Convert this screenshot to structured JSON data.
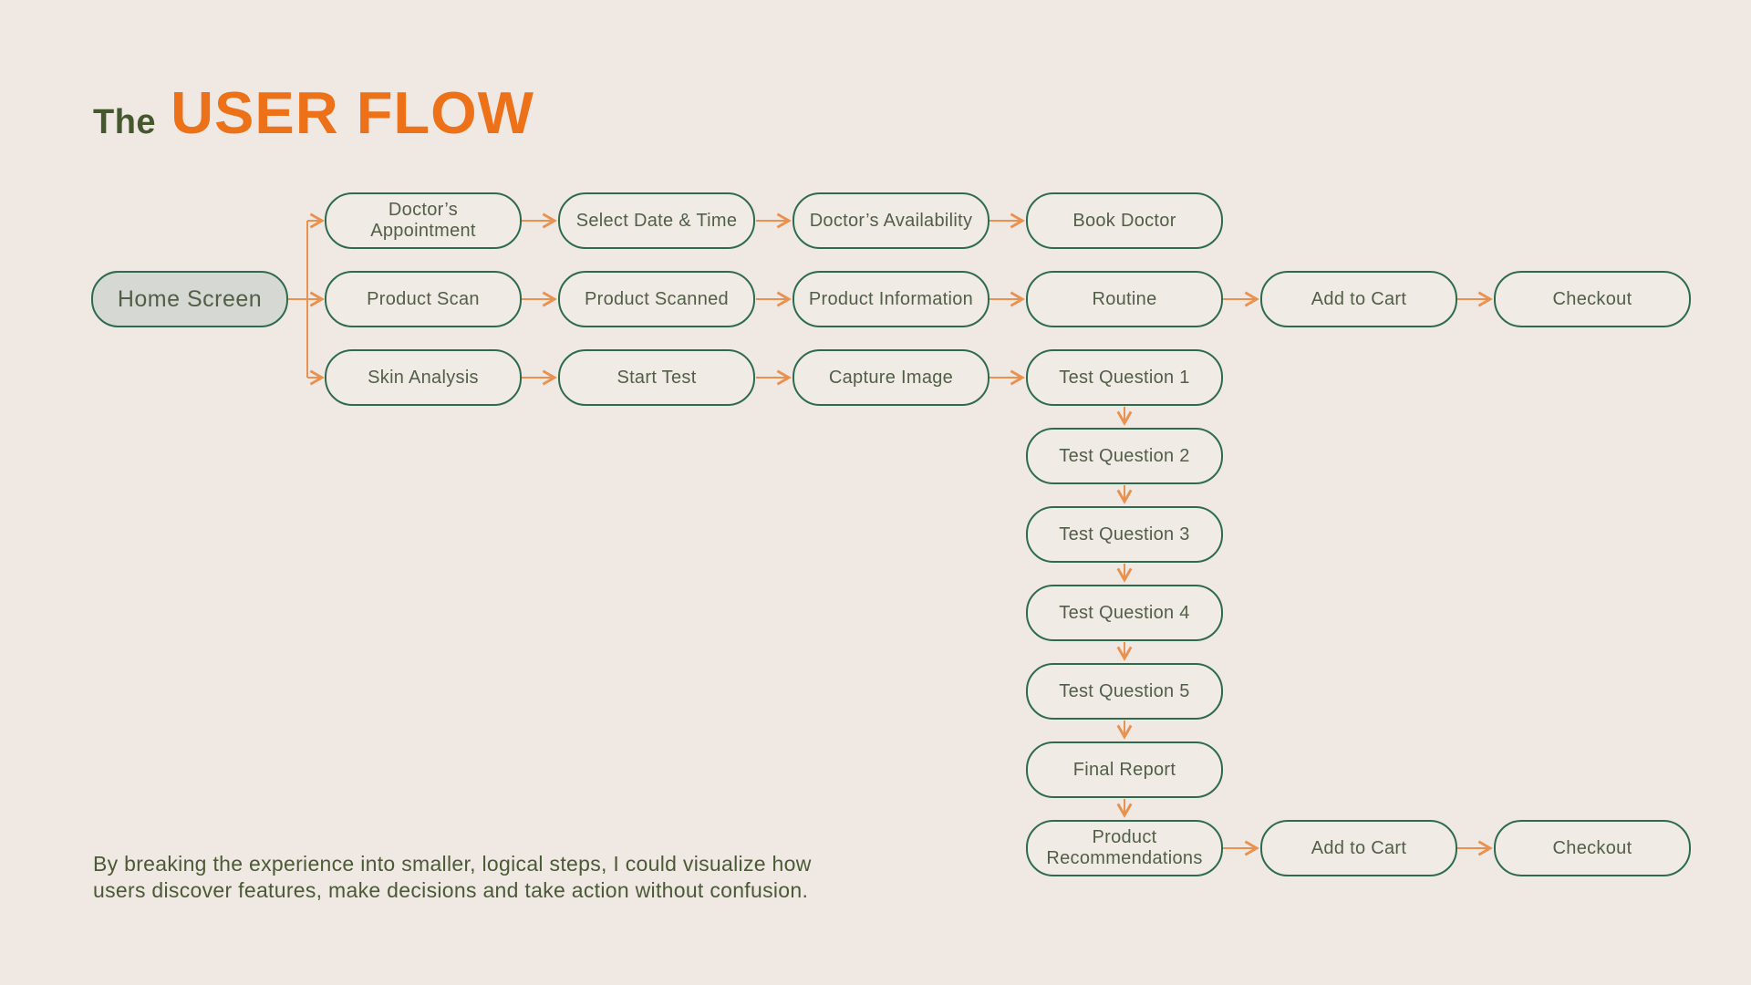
{
  "title": {
    "prefix": "The",
    "main": "USER FLOW"
  },
  "colors": {
    "background": "#efe8e3",
    "node_fill": "#f1ebe6",
    "home_fill": "#d6d8d3",
    "border_green": "#2e6b4e",
    "node_text_green": "#515f47",
    "title_green": "#44572d",
    "title_orange": "#ed7118",
    "arrow_orange": "#e9914f",
    "caption_green": "#4b5a36"
  },
  "flow": {
    "home": "Home Screen",
    "row_appointment": [
      "Doctor’s Appointment",
      "Select Date & Time",
      "Doctor’s Availability",
      "Book Doctor"
    ],
    "row_product": [
      "Product Scan",
      "Product Scanned",
      "Product Information",
      "Routine",
      "Add to Cart",
      "Checkout"
    ],
    "row_skin": [
      "Skin Analysis",
      "Start Test",
      "Capture Image",
      "Test Question 1"
    ],
    "chain": [
      "Test Question 2",
      "Test Question 3",
      "Test Question 4",
      "Test Question 5",
      "Final Report",
      "Product Recommendations"
    ],
    "final_row": [
      "Add to Cart",
      "Checkout"
    ]
  },
  "caption": "By breaking the experience into smaller, logical steps, I could visualize how users discover features, make decisions and take action without confusion."
}
